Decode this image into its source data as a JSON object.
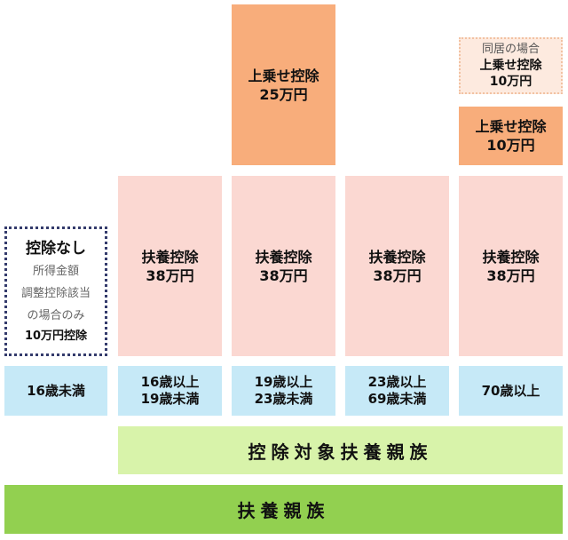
{
  "extra_25": {
    "title": "上乗せ控除",
    "amount": "25万円"
  },
  "extra_cohabit": {
    "note": "同居の場合",
    "title": "上乗せ控除",
    "amount": "10万円"
  },
  "extra_10": {
    "title": "上乗せ控除",
    "amount": "10万円"
  },
  "no_deduction": {
    "title": "控除なし",
    "lines": [
      "所得金額",
      "調整控除該当",
      "の場合のみ"
    ],
    "amount": "10万円控除"
  },
  "columns": [
    {
      "title": "扶養控除",
      "amount": "38万円",
      "age": [
        "16歳以上",
        "19歳未満"
      ]
    },
    {
      "title": "扶養控除",
      "amount": "38万円",
      "age": [
        "19歳以上",
        "23歳未満"
      ]
    },
    {
      "title": "扶養控除",
      "amount": "38万円",
      "age": [
        "23歳以上",
        "69歳未満"
      ]
    },
    {
      "title": "扶養控除",
      "amount": "38万円",
      "age": [
        "70歳以上"
      ]
    }
  ],
  "under16": "16歳未満",
  "target_dependents": "控除対象扶養親族",
  "dependents": "扶養親族",
  "colors": {
    "orange": "#f8ad7b",
    "pink": "#fbd8d2",
    "blue": "#c6e9f7",
    "light_green": "#d8f3aa",
    "green": "#92d050"
  }
}
